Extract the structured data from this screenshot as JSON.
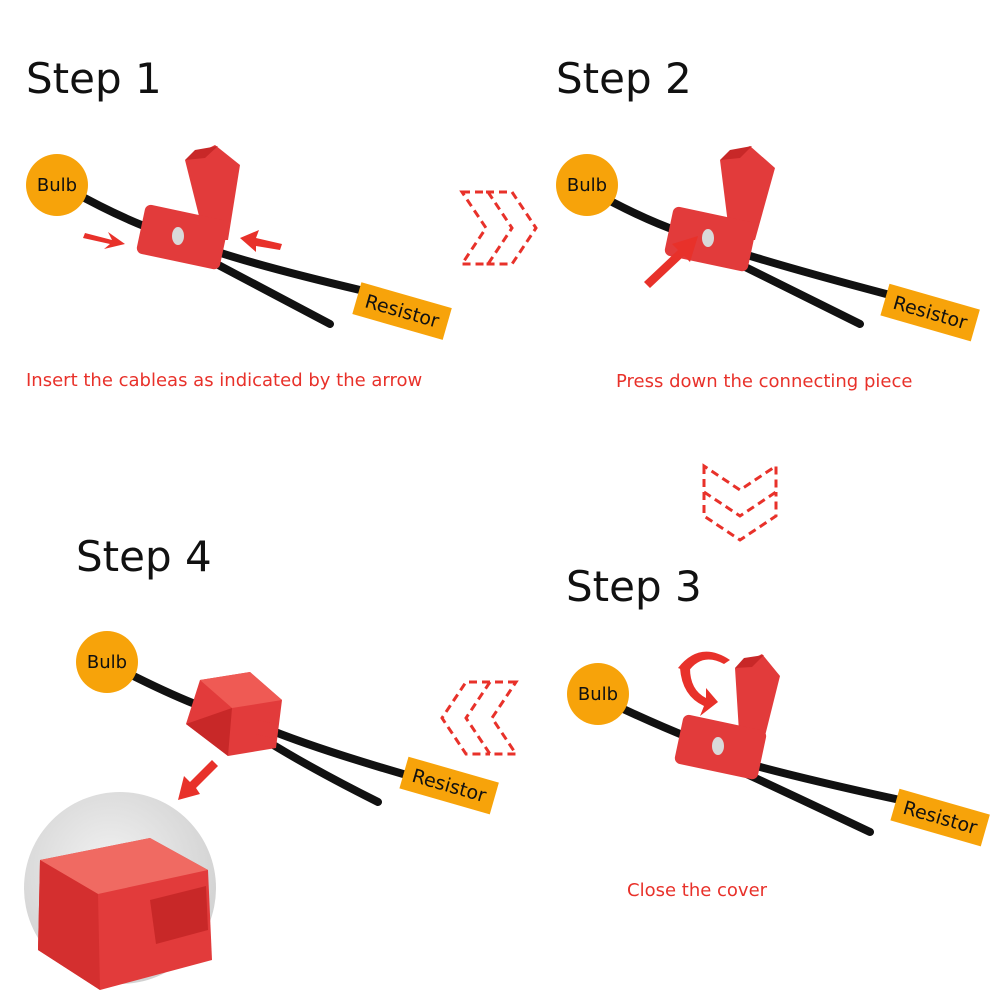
{
  "steps": [
    {
      "title": "Step 1",
      "caption": "Insert the cableas as indicated by the arrow"
    },
    {
      "title": "Step 2",
      "caption": "Press down the connecting piece"
    },
    {
      "title": "Step 3",
      "caption": "Close the cover"
    },
    {
      "title": "Step 4",
      "caption": ""
    }
  ],
  "labels": {
    "bulb": "Bulb",
    "resistor": "Resistor"
  },
  "colors": {
    "accent": "#e8312a",
    "connector": "#e23b3b",
    "bulb": "#f7a30a",
    "resistor": "#f7a30a",
    "wire": "#111111"
  }
}
